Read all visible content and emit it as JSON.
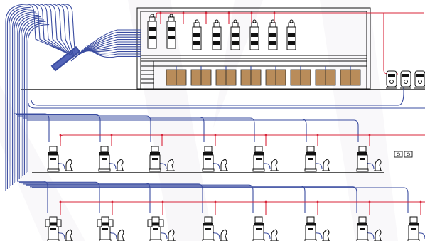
{
  "colors": {
    "vacuum_pipe": "#3a4ca0",
    "material_line": "#d9253a",
    "outline": "#111111",
    "storage_bin": "#b98c5a",
    "watermark": "#f1f0f4",
    "background": "#ffffff"
  },
  "icons": {
    "distribution_manifold": "manifold-icon",
    "hopper_loader": "hopper-loader-icon",
    "dryer": "dryer-icon",
    "storage_bin": "storage-bin-icon",
    "molding_machine": "molding-machine-icon",
    "robot_arm": "robot-arm-icon",
    "vacuum_pump": "vacuum-pump-icon",
    "control_panel": "control-panel-icon"
  },
  "layout_counts": {
    "mezzanine_hoppers": 8,
    "storage_bins": 8,
    "row1_stations": 7,
    "row2_stations": 8,
    "vacuum_pumps": 3
  }
}
